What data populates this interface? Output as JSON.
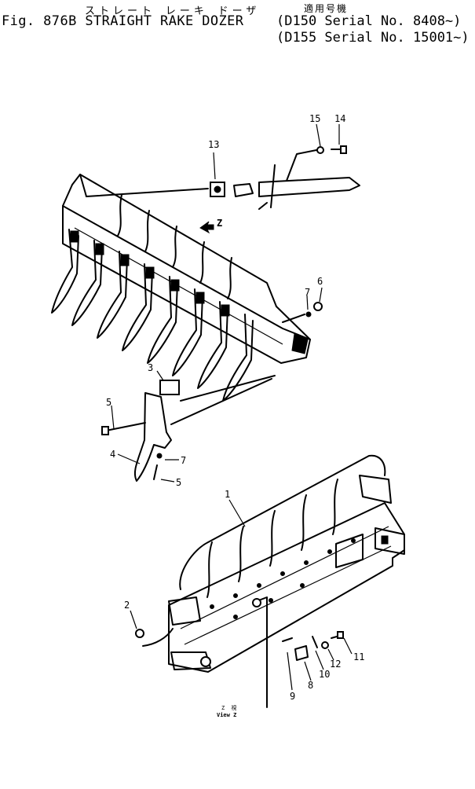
{
  "header": {
    "jp_title": "ストレート レーキ ドーザ",
    "en_title": "Fig. 876B STRAIGHT RAKE DOZER",
    "applicable_label": "適用号機",
    "serial_1": "(D150 Serial No. 8408~)",
    "serial_2": "(D155 Serial No. 15001~)"
  },
  "view_arrow_label": "Z",
  "view_caption": {
    "jp": "Z 視",
    "en": "View Z"
  },
  "callouts": {
    "p1": "1",
    "p2": "2",
    "p3": "3",
    "p4": "4",
    "p5a": "5",
    "p5b": "5",
    "p6": "6",
    "p7a": "7",
    "p7b": "7",
    "p8": "8",
    "p9": "9",
    "p10": "10",
    "p11": "11",
    "p12": "12",
    "p13": "13",
    "p14": "14",
    "p15": "15"
  }
}
